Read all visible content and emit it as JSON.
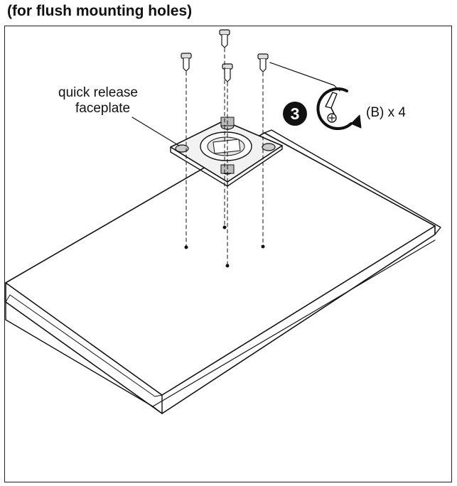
{
  "diagram": {
    "title": "(for flush mounting holes)",
    "callout_label_line1": "quick release",
    "callout_label_line2": "faceplate",
    "step_number": "3",
    "fastener_quantity": "(B) x 4"
  }
}
